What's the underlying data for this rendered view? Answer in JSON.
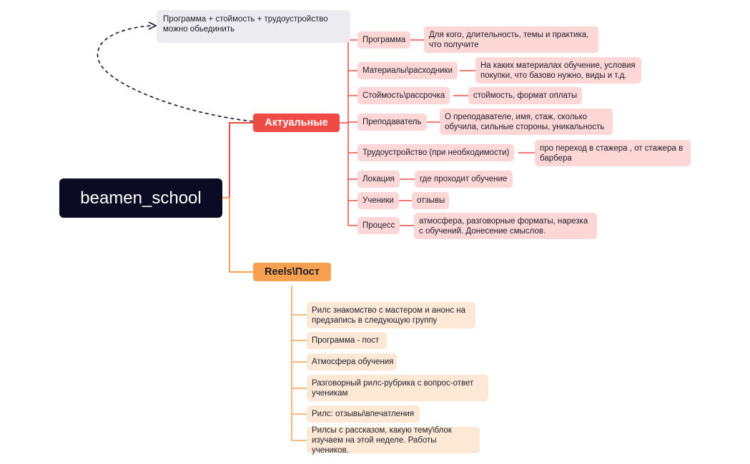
{
  "root": {
    "label": "beamen_school"
  },
  "note": {
    "text": "Программа + стоймость + трудоустройство можно обьединить"
  },
  "branches": {
    "actual": {
      "label": "Актуальные",
      "color": "#f04a45",
      "items": [
        {
          "label": "Программа",
          "detail": "Для кого, длительность, темы и практика, что получите"
        },
        {
          "label": "Материалы\\расходники",
          "detail": "На каких материалах обучение, условия покупки, что базово нужно, виды и т.д."
        },
        {
          "label": "Стоймость\\рассрочка",
          "detail": "стоймость, формат оплаты"
        },
        {
          "label": "Преподаватель",
          "detail": "О преподавателе, имя, стаж, сколько обучила, сильные стороны, уникальность"
        },
        {
          "label": "Трудоустройство (при необходимости)",
          "detail": "про переход в стажера , от стажера в барбера"
        },
        {
          "label": "Локация",
          "detail": "где проходит обучение"
        },
        {
          "label": "Ученики",
          "detail": "отзывы"
        },
        {
          "label": "Процесс",
          "detail": "атмосфера, разговорные форматы, нарезка с обучений. Донесение смыслов."
        }
      ]
    },
    "reels": {
      "label": "Reels\\Пост",
      "color": "#f7a050",
      "items": [
        "Рилс знакомство с мастером и анонс на предзапись в следующую группу",
        "Программа - пост",
        "Атмосфера обучения",
        "Разговорный рилс-рубрика с вопрос-ответ ученикам",
        "Рилс: отзывы\\впечатления",
        "Рилсы с рассказом, какую тему\\блок изучаем на этой неделе. Работы учеников."
      ]
    }
  }
}
